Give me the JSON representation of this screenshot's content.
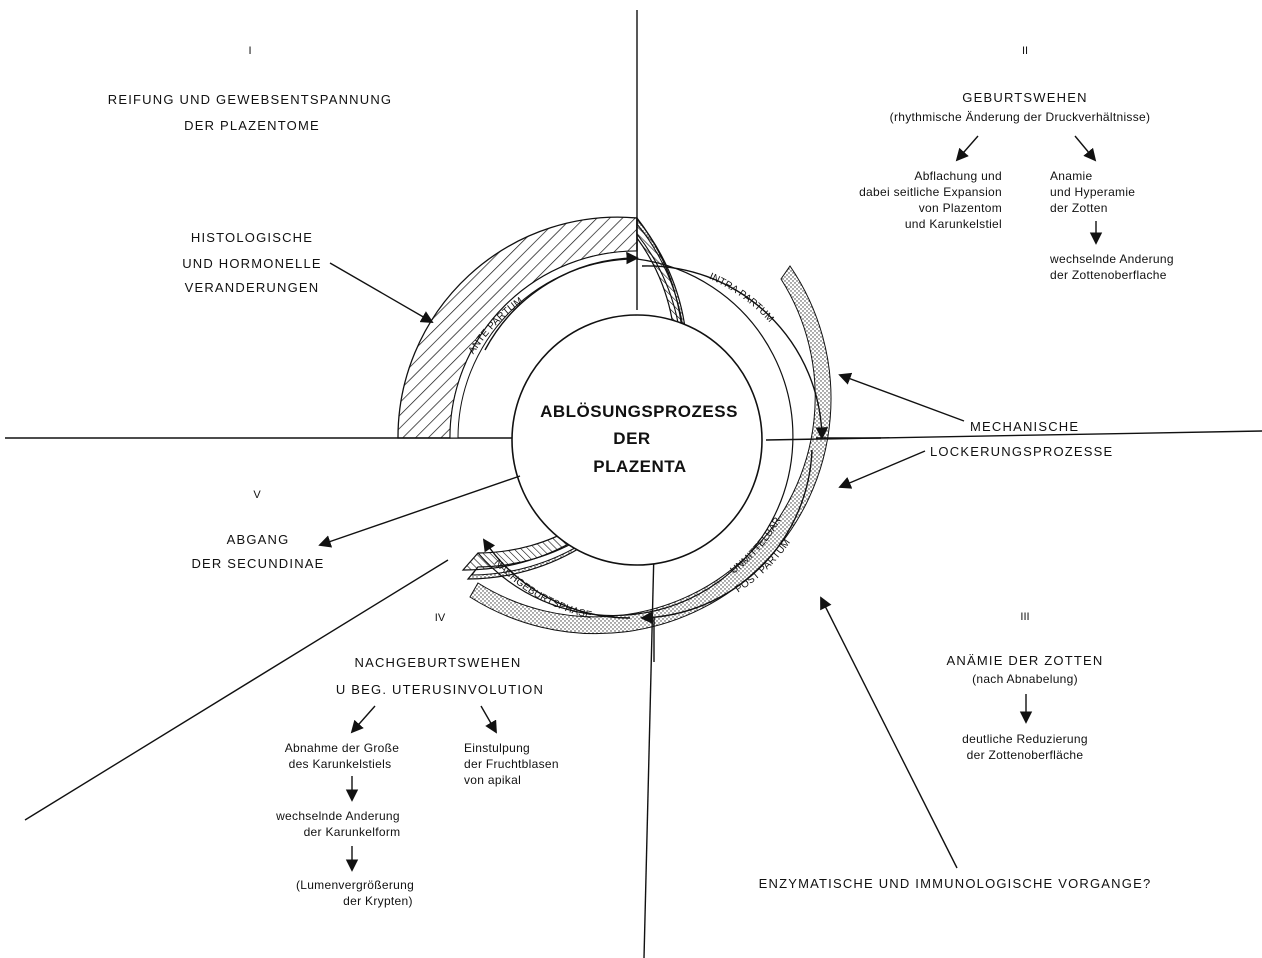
{
  "center": {
    "line1": "ABLÖSUNGSPROZESS",
    "line2": "DER",
    "line3": "PLAZENTA"
  },
  "ring_labels": {
    "ante_partum": "ANTE PARTUM",
    "intra_partum": "INTRA PARTUM",
    "unmittelbar": "UNMITTELBAR",
    "post_partum": "POST PARTUM",
    "nachgeburtsphase": "NACHGEBURTSPHASE"
  },
  "q1": {
    "roman": "I",
    "title1": "REIFUNG UND GEWEBSENTSPANNUNG",
    "title2": "DER PLAZENTOME",
    "hist1": "HISTOLOGISCHE",
    "hist2": "UND HORMONELLE",
    "hist3": "VERANDERUNGEN"
  },
  "q2": {
    "roman": "II",
    "title": "GEBURTSWEHEN",
    "subtitle": "(rhythmische Änderung der Druckverhältnisse)",
    "left1": "Abflachung und",
    "left2": "dabei seitliche Expansion",
    "left3": "von Plazentom",
    "left4": "und Karunkelstiel",
    "right1": "Anamie",
    "right2": "und Hyperamie",
    "right3": "der Zotten",
    "right4": "wechselnde Anderung",
    "right5": "der Zottenoberflache"
  },
  "mech": {
    "line1": "MECHANISCHE",
    "line2": "LOCKERUNGSPROZESSE"
  },
  "q3": {
    "roman": "III",
    "title1": "ANÄMIE DER ZOTTEN",
    "title2": "(nach Abnabelung)",
    "text1": "deutliche Reduzierung",
    "text2": "der Zottenoberfläche",
    "enzym": "ENZYMATISCHE UND IMMUNOLOGISCHE VORGANGE?"
  },
  "q4": {
    "roman": "IV",
    "title1": "NACHGEBURTSWEHEN",
    "title2": "U BEG. UTERUSINVOLUTION",
    "left1": "Abnahme der Große",
    "left2": "des Karunkelstiels",
    "left3": "wechselnde Anderung",
    "left4": "der Karunkelform",
    "left5": "(Lumenvergrößerung",
    "left6": "der Krypten)",
    "right1": "Einstulpung",
    "right2": "der Fruchtblasen",
    "right3": "von apikal"
  },
  "q5": {
    "roman": "V",
    "title1": "ABGANG",
    "title2": "DER SECUNDINAE"
  }
}
